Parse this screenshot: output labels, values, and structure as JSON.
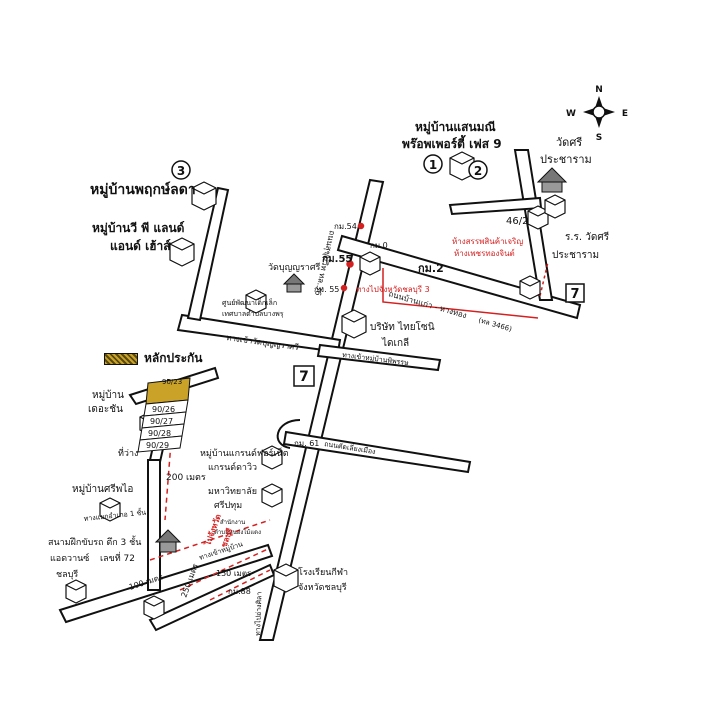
{
  "legend": {
    "label": "หลักประกัน",
    "swatch_color": "#c9a227"
  },
  "compass": {
    "north": "N",
    "south": "S",
    "east": "E",
    "west": "W"
  },
  "markers": {
    "circle_1": "1",
    "circle_2": "2",
    "circle_3": "3"
  },
  "labels": {
    "village_sanmanee": "หมู่บ้านแสนมณี",
    "prosperity_phase9": "พร๊อพเพอร์ตี้ เฟส 9",
    "wat_sri_1": "วัดศรี",
    "wat_sri_2": "ประชาราม",
    "village_pruksa": "หมู่บ้านพฤกษ์ลดา",
    "village_vp_1": "หมู่บ้านวี พี แลนด์",
    "village_vp_2": "แอนด์ เฮ้าส์",
    "km54": "กม.54",
    "km55_big": "กม.55",
    "km55_small": "กม. 55",
    "km0": "กม.0",
    "km2": "กม.2",
    "house_462": "46/2",
    "school_1": "ร.ร. วัดศรี",
    "school_2": "ประชาราม",
    "mall_1": "ห้างสรรพสินค้าเจริญ",
    "mall_2": "ห้างเพชรทองจินต์",
    "road_banpang": "ถนนบ้านแก่า - หางทอง",
    "road_code": "(ทล 3466)",
    "sign_chonburi": "ทางไปจังหวัดชลบุรี 3",
    "wat_boonyarat": "วัดบุญญราศรี",
    "shop_1": "ศูนย์พัฒนาเด็กเล็ก",
    "shop_2": "เทศบาลตำบลบางพรุ",
    "road_boonyarat": "ทางเข้าวัดบุญญราศรี",
    "company_1": "บริษัท ไทยโซนิ",
    "company_2": "ไดเกลี",
    "road_dusit": "ทางเข้าหมู่บ้านพิพรรษ",
    "village_there_1": "หมู่บ้าน",
    "village_there_2": "เดอะชัน",
    "plot_1": "90/23",
    "plot_2": "90/26",
    "plot_3": "90/27",
    "plot_4": "90/28",
    "plot_5": "90/29",
    "main_road": "ถนนสุขุมวิท ทล.36",
    "km61": "กม. 61",
    "crossroad": "ถนนตัดเลี่ยงเมือง",
    "village_grand_1": "หมู่บ้านแกรนด์ฟอร์เน็ต",
    "village_grand_2": "แกรนด์ดาวิว",
    "office_1": "ที่ว่าง",
    "dist_200": "200 เมตร",
    "univ_1": "มหาวิทยาลัย",
    "univ_2": "ศรีปทุม",
    "village_sripai": "หมู่บ้านศรีพไอ",
    "sign_town": "ทางแยกอำเภอ 1 ชั้น",
    "stadium_1": "สนามฝึกขับรถ ตึก 3 ชั้น",
    "stadium_2": "แอดวานซ์",
    "stadium_3": "ชลบุรี",
    "house_72": "เลขที่ 72",
    "office_2": "สำนักงาน",
    "office_3": "ตำบลหนองไม้แดง",
    "district_school": "โรงเรียนกีฬา",
    "district_school_2": "จังหวัดชลบุรี",
    "dist_100": "100 เมตร",
    "dist_250": "250 เมตร",
    "dist_150": "150 เมตร",
    "km88": "กม.88",
    "red_sign_1": "ไปจังหวัด",
    "red_sign_2": "ชลบุรี",
    "side_road": "ทางเข้าหมู่บ้าน",
    "bottom_road": "ทางไปอ่างศิลา"
  }
}
